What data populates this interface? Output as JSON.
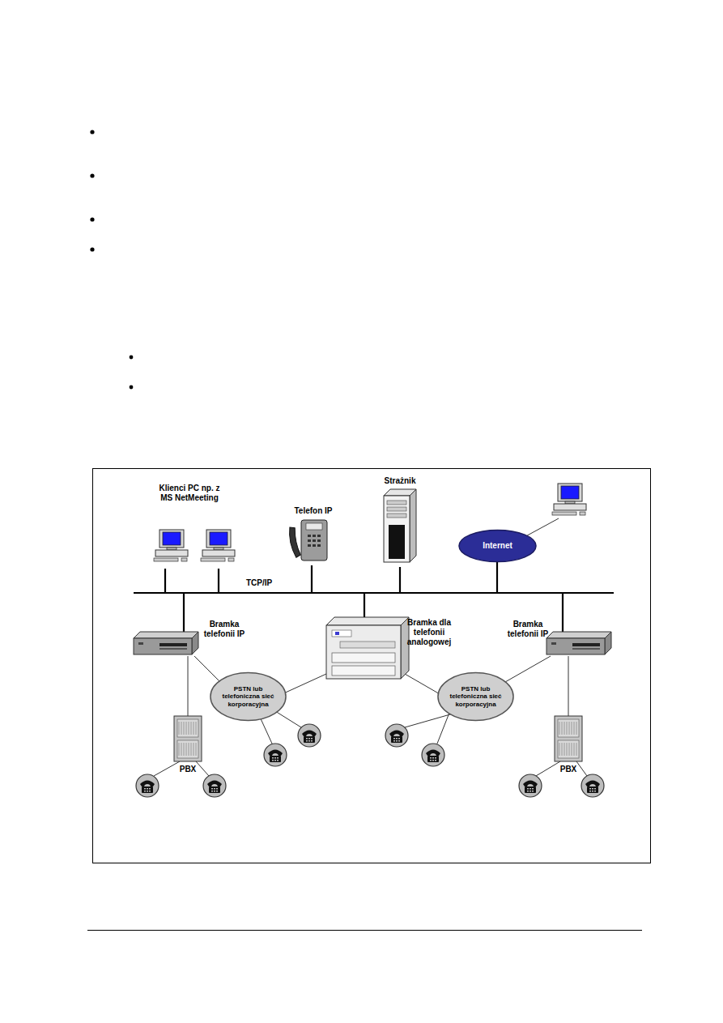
{
  "diagram": {
    "nodes": [
      {
        "text": [
          "Internet"
        ]
      },
      {
        "text": [
          "PSTN lub telefoniczna sieć korporacyjna"
        ]
      },
      {
        "text": [
          "PSTN lub telefoniczna sieć korporacyjna"
        ]
      }
    ],
    "labels": [
      "Klienci PC np. z MS NetMeeting",
      "Telefon IP",
      "Strażnik",
      "TCP/IP",
      "Bramka telefonii IP",
      "Bramka dla telefonii analogowej",
      "Bramka telefonii IP",
      "PBX",
      "PBX"
    ]
  }
}
